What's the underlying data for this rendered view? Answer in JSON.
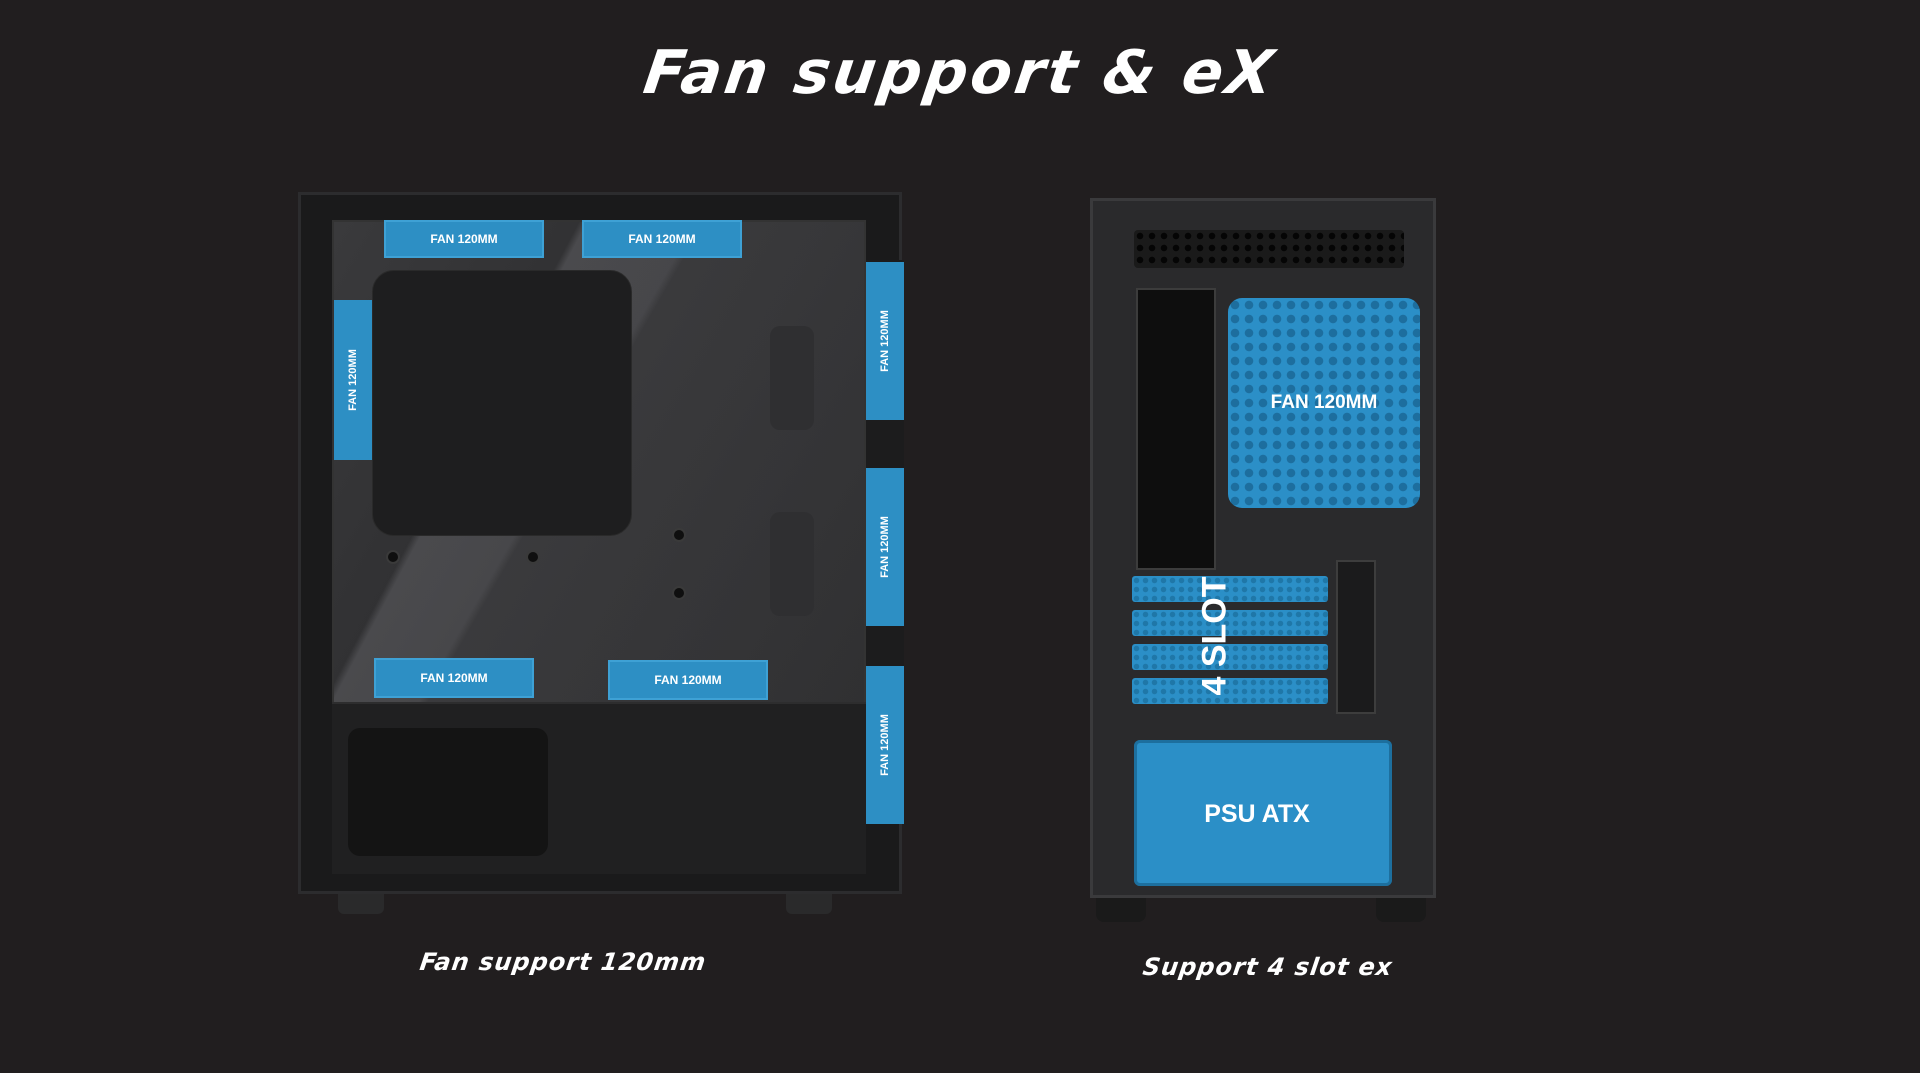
{
  "title": "Fan support & eX",
  "left_case": {
    "caption": "Fan support 120mm",
    "fans": [
      {
        "label": "FAN 120MM",
        "position": "top-1"
      },
      {
        "label": "FAN 120MM",
        "position": "top-2"
      },
      {
        "label": "FAN 120MM",
        "position": "rear"
      },
      {
        "label": "FAN 120MM",
        "position": "bottom-1"
      },
      {
        "label": "FAN 120MM",
        "position": "bottom-2"
      },
      {
        "label": "FAN 120MM",
        "position": "front-1"
      },
      {
        "label": "FAN 120MM",
        "position": "front-2"
      },
      {
        "label": "FAN 120MM",
        "position": "front-3"
      }
    ]
  },
  "right_case": {
    "caption": "Support 4 slot ex",
    "rear_fan_label": "FAN 120MM",
    "slot_label": "4 SLOT",
    "slot_count": 4,
    "psu_label": "PSU ATX"
  },
  "colors": {
    "background": "#211e1f",
    "highlight_blue": "#2d8fc4",
    "text": "#ffffff"
  }
}
